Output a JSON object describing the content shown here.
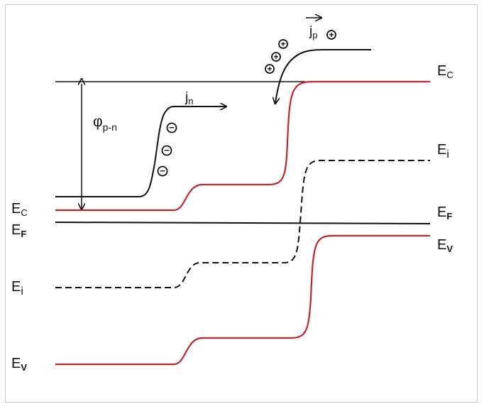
{
  "colors": {
    "band_edge": "#c0272d",
    "line": "#111111",
    "frame": "#c8c8c8"
  },
  "labels": {
    "left": {
      "ec": {
        "main": "E",
        "sub": "C"
      },
      "ef": {
        "main": "E",
        "sub": "F"
      },
      "ei": {
        "main": "E",
        "sub": "i"
      },
      "ev": {
        "main": "E",
        "sub": "V"
      }
    },
    "right": {
      "ec": {
        "main": "E",
        "sub": "C"
      },
      "ei": {
        "main": "E",
        "sub": "i"
      },
      "ef": {
        "main": "E",
        "sub": "F"
      },
      "ev": {
        "main": "E",
        "sub": "V"
      }
    },
    "barrier": {
      "main": "φ",
      "sub": "p-n"
    },
    "electron_current": {
      "main": "j",
      "sub": "n"
    },
    "hole_current": {
      "main": "j",
      "sub": "p"
    }
  },
  "carriers": {
    "electron_symbol": "−",
    "hole_symbol": "+",
    "electron_count": 3,
    "hole_count": 4
  }
}
